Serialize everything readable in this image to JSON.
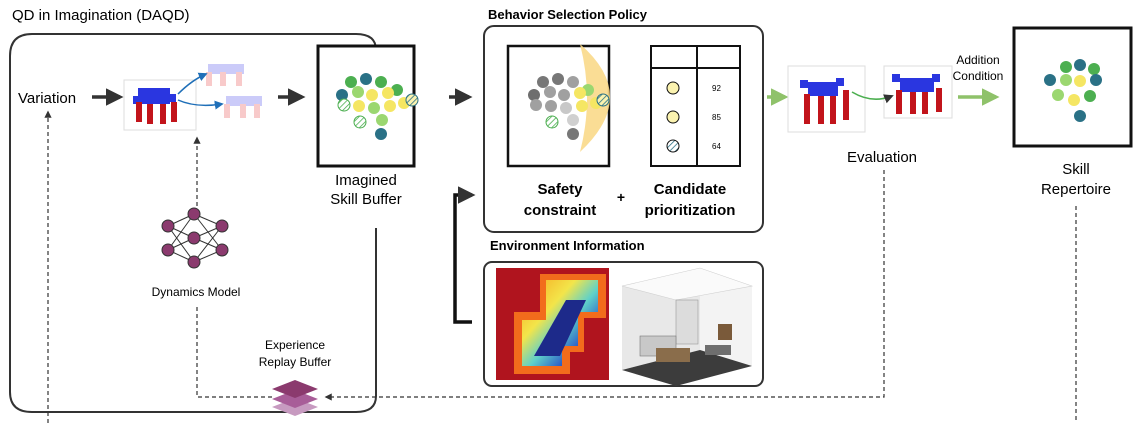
{
  "qd_block": {
    "title": "QD in Imagination (DAQD)",
    "variation_label": "Variation",
    "dynamics_label": "Dynamics Model",
    "replay_label_line1": "Experience",
    "replay_label_line2": "Replay Buffer"
  },
  "imagined_buffer": {
    "label_line1": "Imagined",
    "label_line2": "Skill Buffer"
  },
  "behavior_policy": {
    "title": "Behavior Selection Policy",
    "safety_line1": "Safety",
    "safety_line2": "constraint",
    "plus": "+",
    "candidate_line1": "Candidate",
    "candidate_line2": "prioritization",
    "scores": [
      "92",
      "85",
      "64"
    ]
  },
  "environment": {
    "title": "Environment Information"
  },
  "evaluation": {
    "label": "Evaluation",
    "addition_line1": "Addition",
    "addition_line2": "Condition"
  },
  "repertoire": {
    "label_line1": "Skill",
    "label_line2": "Repertoire"
  },
  "colors": {
    "teal": "#2a7186",
    "green": "#4caf50",
    "yellow": "#f5e663",
    "light_green": "#9bd770",
    "gray": "#a0a0a0",
    "dark_gray": "#6e6e6e",
    "safety_zone": "#f9d98a",
    "purple": "#8b3a6e",
    "robot_blue": "#2a36e0",
    "robot_red": "#c2141b",
    "arrow_green": "#8fc26a",
    "heatmap_red": "#b0141e"
  }
}
